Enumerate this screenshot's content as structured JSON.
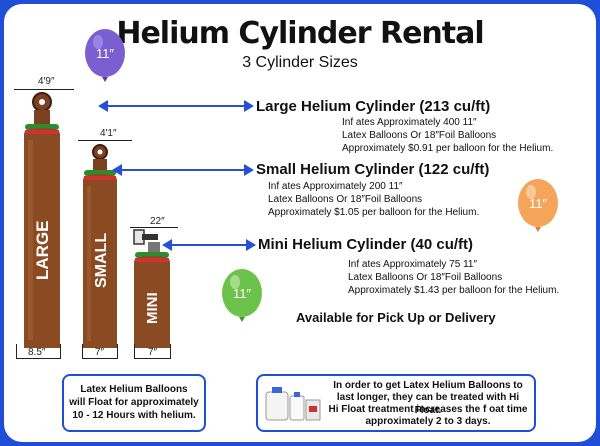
{
  "title": "Helium Cylinder Rental",
  "subtitle": "3 Cylinder Sizes",
  "balloon_label": "11″",
  "cylinders": {
    "large": {
      "label": "LARGE",
      "height": "4′9″",
      "width": "8.5″",
      "heading": "Large Helium Cylinder (213 cu/ft)",
      "lines": [
        "Inf ates Approximately 400 11″",
        "Latex Balloons Or 18″Foil Balloons",
        "Approximately $0.91 per balloon for the Helium."
      ]
    },
    "small": {
      "label": "SMALL",
      "height": "4′1″",
      "width": "7″",
      "heading": "Small Helium Cylinder (122 cu/ft)",
      "lines": [
        "Inf ates Approximately 200 11″",
        "Latex Balloons Or 18″Foil Balloons",
        "Approximately $1.05 per balloon for the Helium."
      ]
    },
    "mini": {
      "label": "MINI",
      "height": "22″",
      "width": "7″",
      "heading": "Mini Helium Cylinder (40 cu/ft)",
      "lines": [
        "Inf ates Approximately 75 11″",
        "Latex Balloons Or 18″Foil Balloons",
        "Approximately $1.43 per balloon for the Helium."
      ]
    }
  },
  "availability": "Available for Pick Up or Delivery",
  "footer_left": [
    "Latex Helium Balloons",
    "will Float for approximately",
    "10 - 12 Hours with helium."
  ],
  "footer_right": [
    "In order to get Latex Helium Balloons to",
    "last longer, they can be treated with Hi Float.",
    "Hi Float treatment increases the f oat time",
    "approximately 2 to 3 days."
  ],
  "colors": {
    "border": "#1f4fd6",
    "arrow": "#2550d8",
    "cylinder": "#8a4a22",
    "collar": "#2e8b2e",
    "purple_balloon": "#7b5fd0",
    "orange_balloon": "#f5a55a",
    "green_balloon": "#6cc24a"
  }
}
